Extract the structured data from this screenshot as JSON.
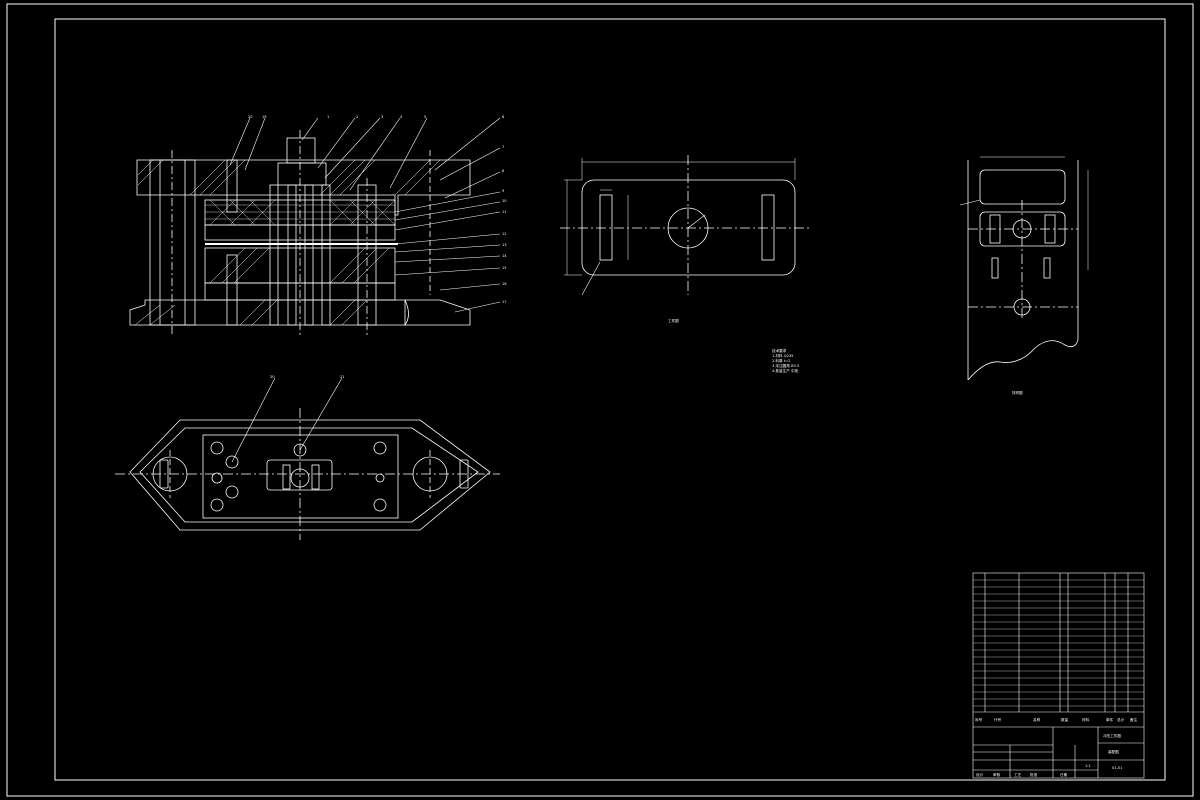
{
  "colors": {
    "background": "#000000",
    "line": "#ffffff",
    "fill": "#ffffff"
  },
  "labels": {
    "section_part_numbers": [
      "1",
      "2",
      "3",
      "4",
      "5",
      "6",
      "7",
      "8",
      "9",
      "10",
      "11",
      "12",
      "13",
      "14",
      "15",
      "16",
      "17",
      "18",
      "19",
      "20",
      "21"
    ]
  },
  "title_block": {
    "heading_row": [
      "序号",
      "代号",
      "名称",
      "数量",
      "材料",
      "单件",
      "总计",
      "备注"
    ],
    "drawing_title": "冲压工件图",
    "drawing_name": "装配图",
    "drawing_code": "01-01",
    "scale": "1:1",
    "sign_row": [
      "设计",
      "审核",
      "工艺",
      "批准",
      "日期"
    ]
  },
  "view_captions": {
    "blank_view": "工件图",
    "strip_view": "排样图"
  },
  "tech_notes": [
    "技术要求",
    "1.材料 Q235",
    "2.料厚 t=2",
    "3.未注圆角 R0.5",
    "4.批量生产 中批"
  ]
}
